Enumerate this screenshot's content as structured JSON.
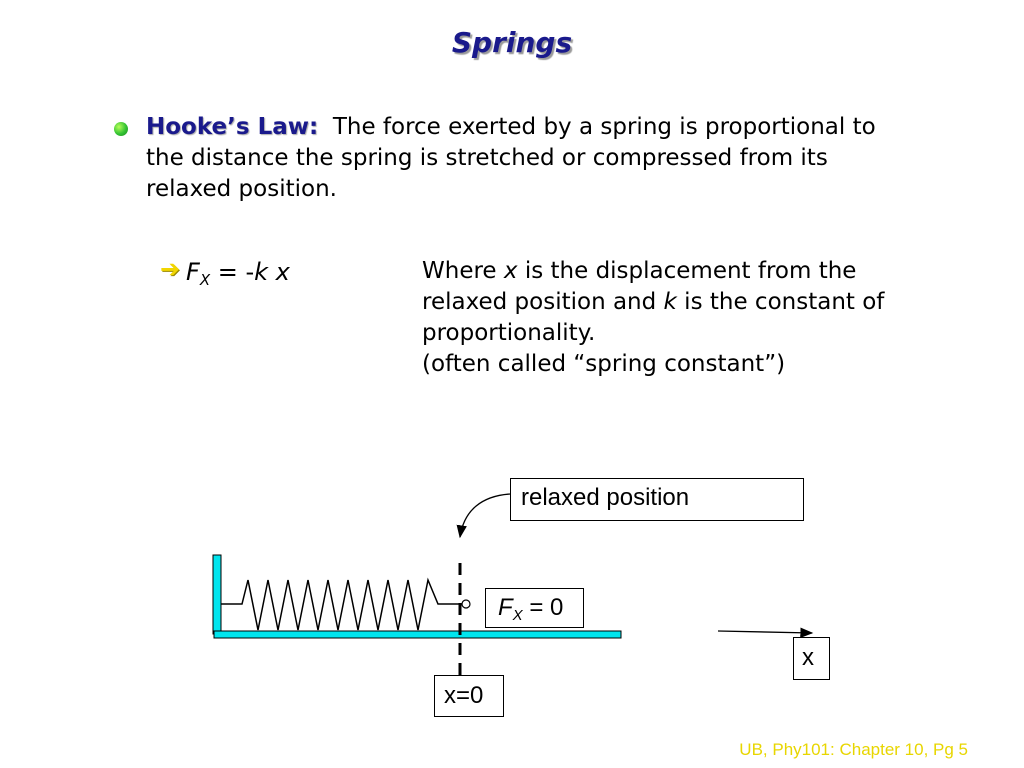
{
  "slide": {
    "title": "Springs",
    "bullet": {
      "term": "Hooke’s Law:",
      "text": "The force exerted by a spring is proportional to the distance the spring is stretched or compressed from its relaxed position."
    },
    "formula": {
      "arrow_icon": "right-arrow-icon",
      "f": "F",
      "sub": "X",
      "rest": " = -",
      "k": "k",
      "x": "x"
    },
    "explanation": {
      "w1": "Where ",
      "x": "x",
      "w2": " is the displacement from the relaxed position and ",
      "k": "k",
      "w3": " is the constant of proportionality.",
      "line4": "(often called “spring constant”)"
    },
    "diagram": {
      "relaxed_label": "relaxed position",
      "force_f": "F",
      "force_sub": "X",
      "force_rest": " = 0",
      "axis_label": "x",
      "origin_label": "x=0"
    },
    "footer": "UB, Phy101: Chapter 10, Pg 5"
  },
  "colors": {
    "title": "#1a1a8c",
    "bullet": "#33c233",
    "arrow": "#f2d600",
    "surface": "#00e5ee",
    "footer": "#e8d600"
  }
}
